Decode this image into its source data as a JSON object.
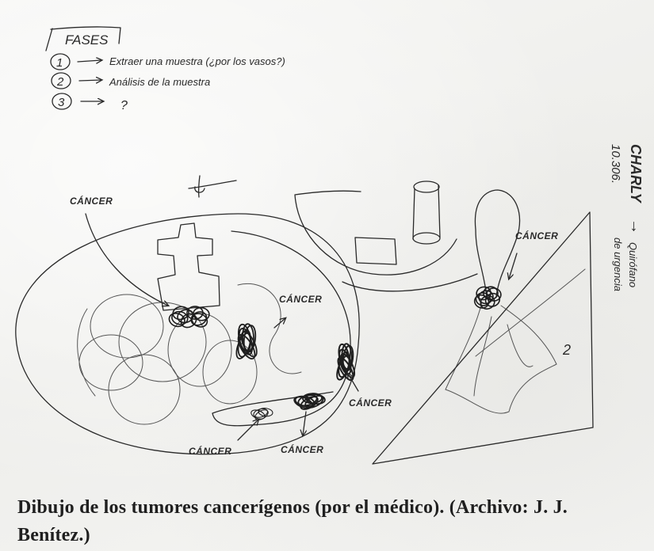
{
  "notes": {
    "title": "FASES",
    "steps": [
      {
        "num": "1",
        "text": "Extraer una muestra (¿por los vasos?)"
      },
      {
        "num": "2",
        "text": "Análisis de la muestra"
      },
      {
        "num": "3",
        "text": "?"
      }
    ]
  },
  "cancer_labels": [
    "CÁNCER",
    "CÁNCER",
    "CÁNCER",
    "CÁNCER",
    "CÁNCER",
    "CÁNCER"
  ],
  "side_note": {
    "name": "CHARLY",
    "date": "10.306.",
    "arrow": "→",
    "line1": "Quirófano",
    "line2": "de urgencia"
  },
  "figure_mark": "2",
  "caption": "Dibujo de los tumores cancerígenos (por el médico). (Archivo: J. J. Benítez.)"
}
